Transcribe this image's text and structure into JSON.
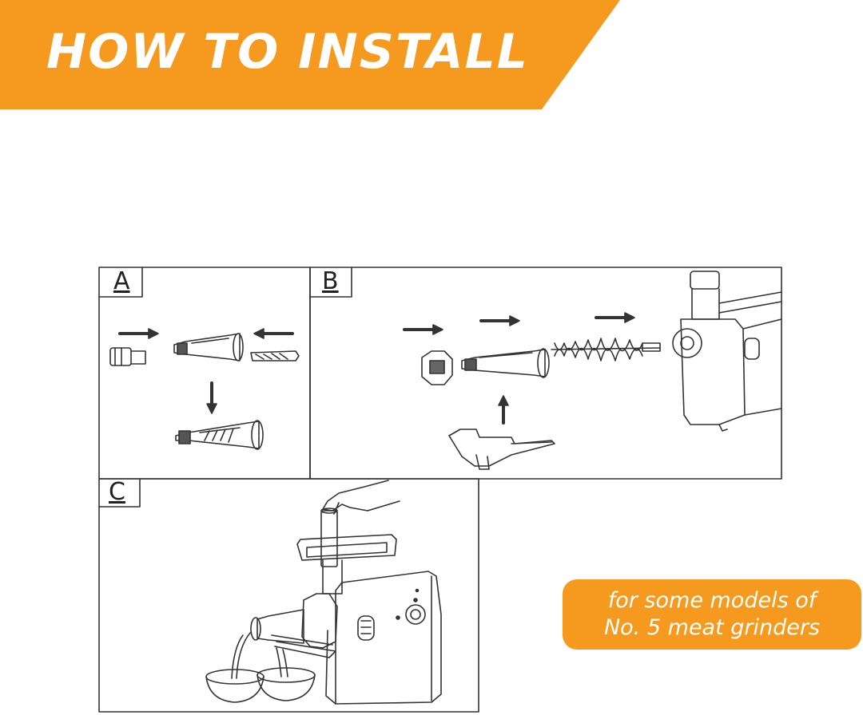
{
  "header": {
    "title": "HOW TO INSTALL",
    "color": "#f59a1e"
  },
  "panels": [
    {
      "label": "A"
    },
    {
      "label": "B"
    },
    {
      "label": "C"
    }
  ],
  "note": {
    "line1": "for some models of",
    "line2": "No. 5 meat grinders",
    "color": "#f59a1e"
  }
}
